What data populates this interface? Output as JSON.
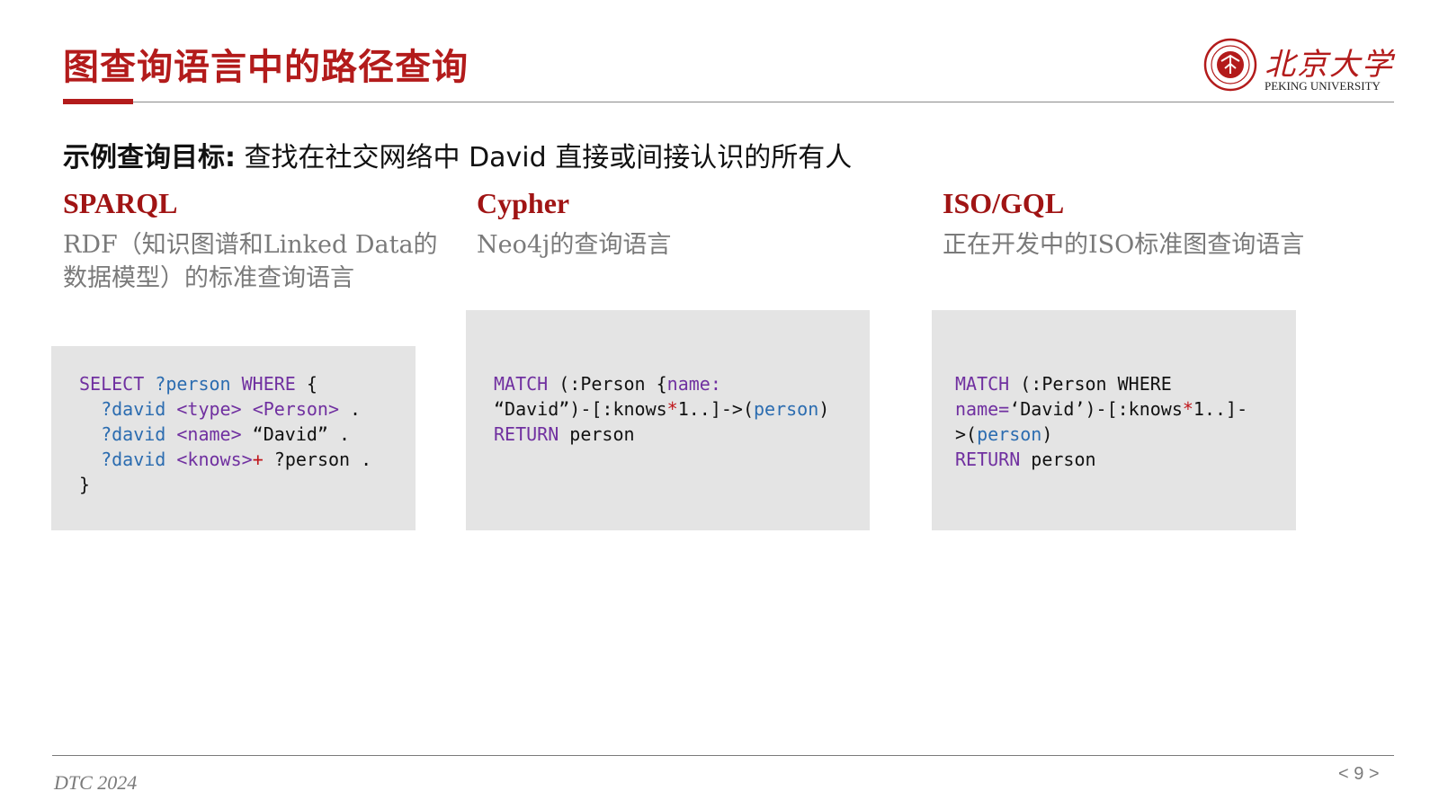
{
  "header": {
    "title": "图查询语言中的路径查询",
    "logo_cn": "北京大学",
    "logo_en": "PEKING UNIVERSITY"
  },
  "goal": {
    "label": "示例查询目标:",
    "text": " 查找在社交网络中 David 直接或间接认识的所有人"
  },
  "languages": [
    {
      "name": "SPARQL",
      "desc_lines": [
        "RDF（知识图谱和Linked Data的",
        "数据模型）的标准查询语言"
      ]
    },
    {
      "name": "Cypher",
      "desc_lines": [
        "Neo4j的查询语言"
      ]
    },
    {
      "name": "ISO/GQL",
      "desc_lines": [
        "正在开发中的ISO标准图查询语言"
      ]
    }
  ],
  "code": {
    "sparql": [
      [
        [
          "kw",
          "SELECT"
        ],
        [
          "plain",
          " "
        ],
        [
          "var",
          "?person"
        ],
        [
          "plain",
          " "
        ],
        [
          "kw",
          "WHERE"
        ],
        [
          "plain",
          " {"
        ]
      ],
      [
        [
          "plain",
          "  "
        ],
        [
          "var",
          "?david"
        ],
        [
          "plain",
          " "
        ],
        [
          "kw",
          "<type>"
        ],
        [
          "plain",
          " "
        ],
        [
          "kw",
          "<Person>"
        ],
        [
          "plain",
          " ."
        ]
      ],
      [
        [
          "plain",
          "  "
        ],
        [
          "var",
          "?david"
        ],
        [
          "plain",
          " "
        ],
        [
          "kw",
          "<name>"
        ],
        [
          "plain",
          " “David” ."
        ]
      ],
      [
        [
          "plain",
          "  "
        ],
        [
          "var",
          "?david"
        ],
        [
          "plain",
          " "
        ],
        [
          "kw",
          "<knows>"
        ],
        [
          "op",
          "+"
        ],
        [
          "plain",
          " ?person ."
        ]
      ],
      [
        [
          "plain",
          "}"
        ]
      ]
    ],
    "cypher": [
      [
        [
          "kw",
          "MATCH"
        ],
        [
          "plain",
          " (:Person {"
        ],
        [
          "kw",
          "name:"
        ]
      ],
      [
        [
          "plain",
          "“David”)-[:knows"
        ],
        [
          "op",
          "*"
        ],
        [
          "plain",
          "1..]->("
        ],
        [
          "var",
          "person"
        ],
        [
          "plain",
          ")"
        ]
      ],
      [
        [
          "kw",
          "RETURN"
        ],
        [
          "plain",
          " person"
        ]
      ]
    ],
    "gql": [
      [
        [
          "kw",
          "MATCH"
        ],
        [
          "plain",
          " (:Person WHERE"
        ]
      ],
      [
        [
          "kw",
          "name="
        ],
        [
          "plain",
          "‘David’)-[:knows"
        ],
        [
          "op",
          "*"
        ],
        [
          "plain",
          "1..]-"
        ]
      ],
      [
        [
          "plain",
          ">("
        ],
        [
          "var",
          "person"
        ],
        [
          "plain",
          ")"
        ]
      ],
      [
        [
          "kw",
          "RETURN"
        ],
        [
          "plain",
          " person"
        ]
      ]
    ]
  },
  "footer": {
    "left": "DTC 2024",
    "page": "< 9 >"
  },
  "colors": {
    "accent": "#b31b1b",
    "keyword": "#7030a0",
    "variable": "#2b6cb0",
    "operator": "#c0161b",
    "code_bg": "#e4e4e4"
  }
}
